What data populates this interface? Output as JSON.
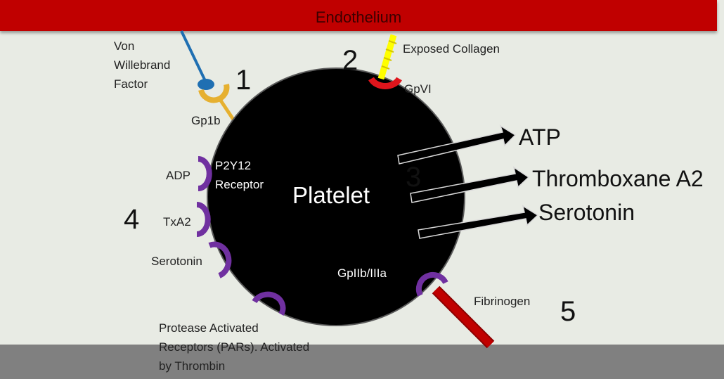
{
  "endothelium": "Endothelium",
  "platelet": "Platelet",
  "numbers": [
    "1",
    "2",
    "3",
    "4",
    "5"
  ],
  "labels": {
    "von_willebrand": [
      "Von",
      "Willebrand",
      "Factor"
    ],
    "gp1b": "Gp1b",
    "exposed_collagen": "Exposed Collagen",
    "gpvi": "GpVI",
    "adp": "ADP",
    "txa2": "TxA2",
    "serotonin": "Serotonin",
    "p2y12": [
      "P2Y12",
      "Receptor"
    ],
    "gpiibiiia": "GpIIb/IIIa",
    "fibrinogen": "Fibrinogen",
    "pars": [
      "Protease Activated",
      "Receptors (PARs).  Activated",
      "by Thrombin"
    ]
  },
  "released": [
    "ATP",
    "Thromboxane A2",
    "Serotonin"
  ],
  "colors": {
    "endothelium": "#c00000",
    "platelet": "#000000",
    "receptor_purple": "#7030a0",
    "gp1b_gold": "#e6b030",
    "vwf_blue": "#1f6fb2",
    "collagen_yellow": "#ffff00",
    "gpvi_red": "#e0151c",
    "fibrinogen_red": "#c00000",
    "bottom_bar": "#808080"
  }
}
